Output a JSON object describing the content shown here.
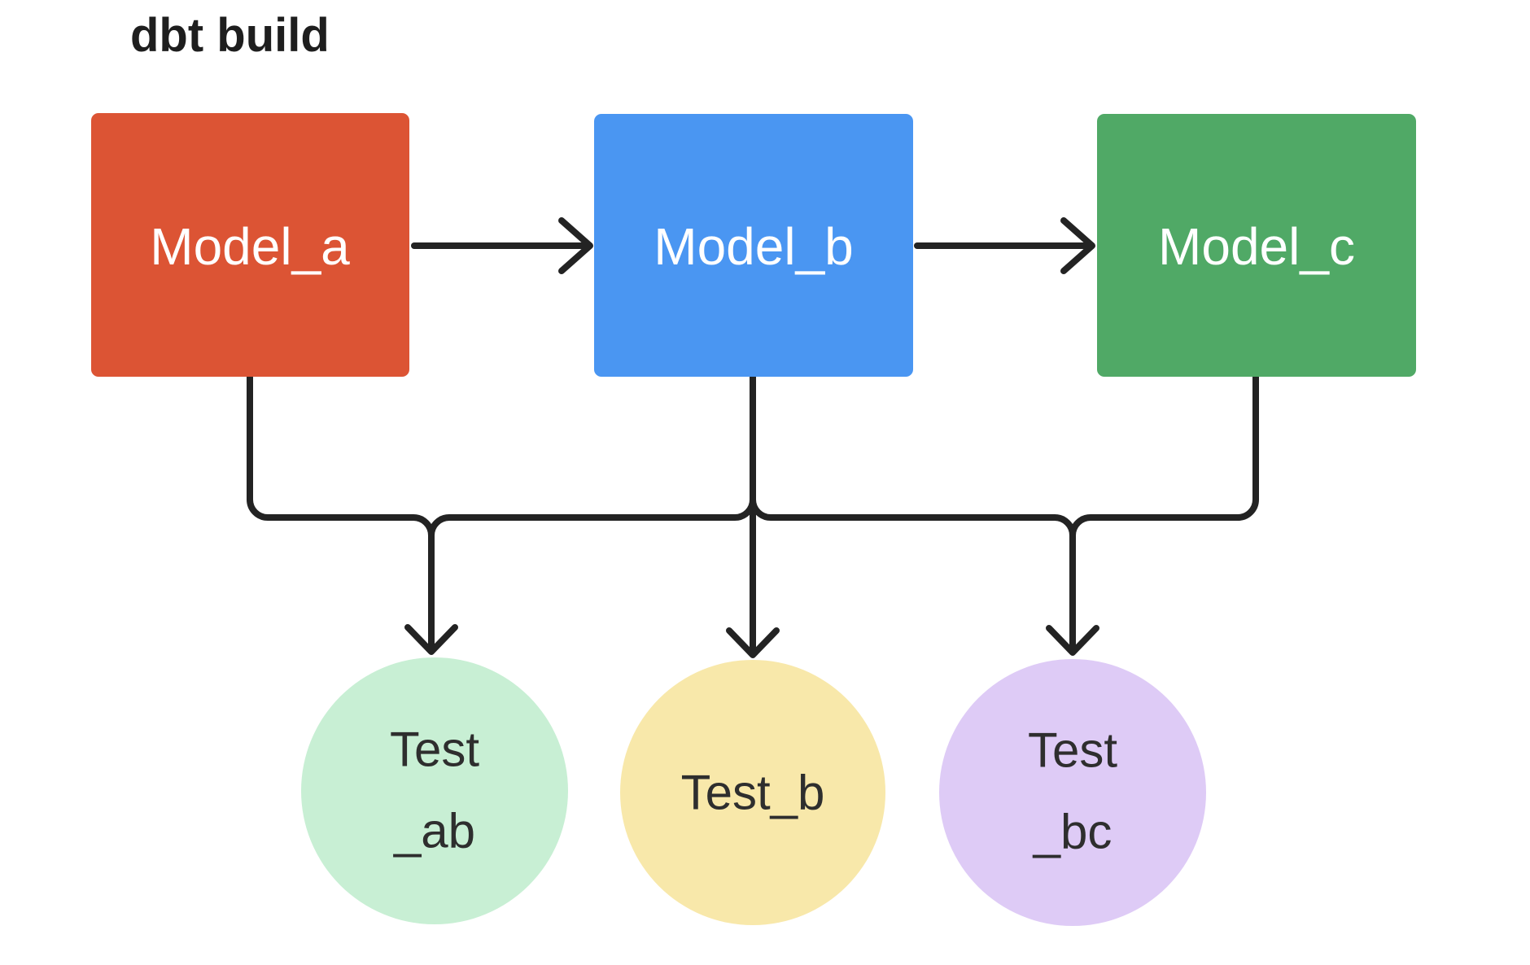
{
  "title": "dbt build",
  "colors": {
    "background": "#ffffff",
    "connector": "#232323",
    "title_text": "#1e1e1e"
  },
  "nodes": {
    "model_a": {
      "label": "Model_a",
      "fill": "#DC5434",
      "text_color": "#ffffff",
      "shape": "rectangle"
    },
    "model_b": {
      "label": "Model_b",
      "fill": "#4A96F2",
      "text_color": "#ffffff",
      "shape": "rectangle"
    },
    "model_c": {
      "label": "Model_c",
      "fill": "#50A966",
      "text_color": "#ffffff",
      "shape": "rectangle"
    },
    "test_ab": {
      "label_line1": "Test",
      "label_line2": "_ab",
      "fill": "#C8EFD4",
      "text_color": "#2E2E2E",
      "shape": "circle"
    },
    "test_b": {
      "label": "Test_b",
      "fill": "#F8E8AA",
      "text_color": "#2E2E2E",
      "shape": "circle"
    },
    "test_bc": {
      "label_line1": "Test",
      "label_line2": "_bc",
      "fill": "#DECBF6",
      "text_color": "#2E2E2E",
      "shape": "circle"
    }
  },
  "edges": [
    {
      "from": "Model_a",
      "to": "Model_b",
      "type": "arrow"
    },
    {
      "from": "Model_b",
      "to": "Model_c",
      "type": "arrow"
    },
    {
      "from": "Model_a",
      "to": "Test_ab",
      "type": "arrow"
    },
    {
      "from": "Model_b",
      "to": "Test_ab",
      "type": "arrow"
    },
    {
      "from": "Model_b",
      "to": "Test_b",
      "type": "arrow"
    },
    {
      "from": "Model_b",
      "to": "Test_bc",
      "type": "arrow"
    },
    {
      "from": "Model_c",
      "to": "Test_bc",
      "type": "arrow"
    }
  ]
}
